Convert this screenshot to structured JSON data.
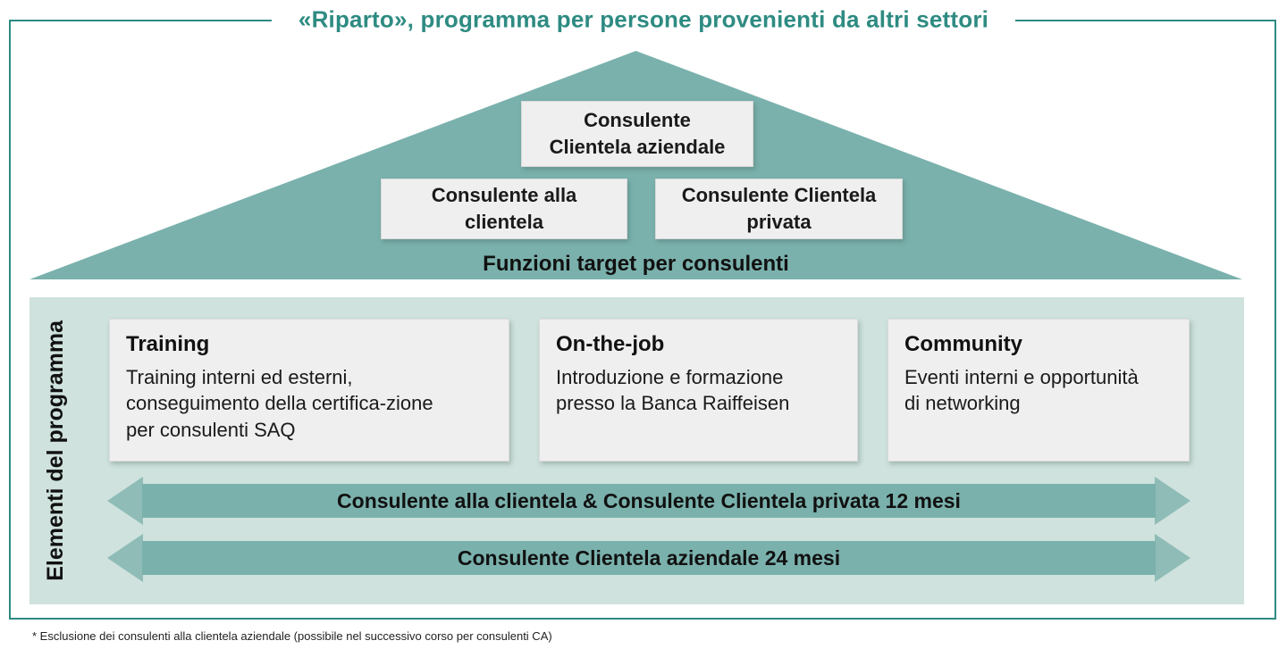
{
  "title": "«Riparto», programma per persone provenienti da altri settori",
  "pyramid": {
    "top_box": "Consulente\nClientela aziendale",
    "left_box": "Consulente alla\nclientela",
    "right_box": "Consulente Clientela\nprivata",
    "base_label": "Funzioni target per consulenti"
  },
  "program": {
    "side_label": "Elementi del programma",
    "cards": [
      {
        "title": "Training",
        "description": "Training interni ed esterni,\nconseguimento della certifica-zione\nper consulenti SAQ"
      },
      {
        "title": "On-the-job",
        "description": "Introduzione e formazione\npresso la Banca Raiffeisen"
      },
      {
        "title": "Community",
        "description": "Eventi interni e opportunità\ndi networking"
      }
    ],
    "timelines": [
      {
        "label": "Consulente alla clientela & Consulente Clientela privata 12 mesi"
      },
      {
        "label": "Consulente Clientela aziendale 24 mesi"
      }
    ]
  },
  "footnote": "* Esclusione dei consulenti alla clientela aziendale (possibile nel successivo corso per consulenti CA)",
  "colors": {
    "accent_teal_dark": "#2e8b82",
    "shape_teal": "#7ab1ac",
    "arrowhead_teal_light": "#8fbcb7",
    "panel_green_light": "#cfe2dd",
    "card_gray": "#efefef",
    "text_dark": "#1a1a1a"
  }
}
